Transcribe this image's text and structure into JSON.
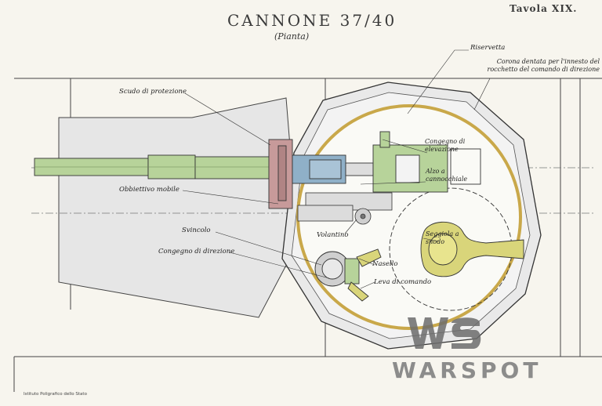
{
  "plate": {
    "title": "CANNONE 37/40",
    "subtitle": "(Pianta)",
    "number": "Tavola XIX."
  },
  "labels": {
    "riservetta": "Riservetta",
    "corona": "Corona dentata per l'innesto del rocchetto del comando di direzione",
    "scudo": "Scudo di protezione",
    "congegno_elevazione": "Congegno di elevazione",
    "alzo": "Alzo a cannocchiale",
    "obbiettivo": "Obbiettivo mobile",
    "volantino": "Volantino",
    "seggiola": "Seggiola a snodo",
    "svincolo": "Svincolo",
    "congegno_direzione": "Congegno di direzione",
    "nasello": "Nasello",
    "leva": "Leva di comando"
  },
  "footer": "Istituto Poligrafico dello Stato",
  "watermark": {
    "logo": "WS",
    "text": "WARSPOT"
  },
  "colors": {
    "barrel": "#b7d39a",
    "breech": "#8fb0c8",
    "shield": "#c79a9a",
    "seat": "#d9d57a",
    "ring": "#c9a84a",
    "line": "#333333",
    "paper": "#f7f5ee"
  }
}
